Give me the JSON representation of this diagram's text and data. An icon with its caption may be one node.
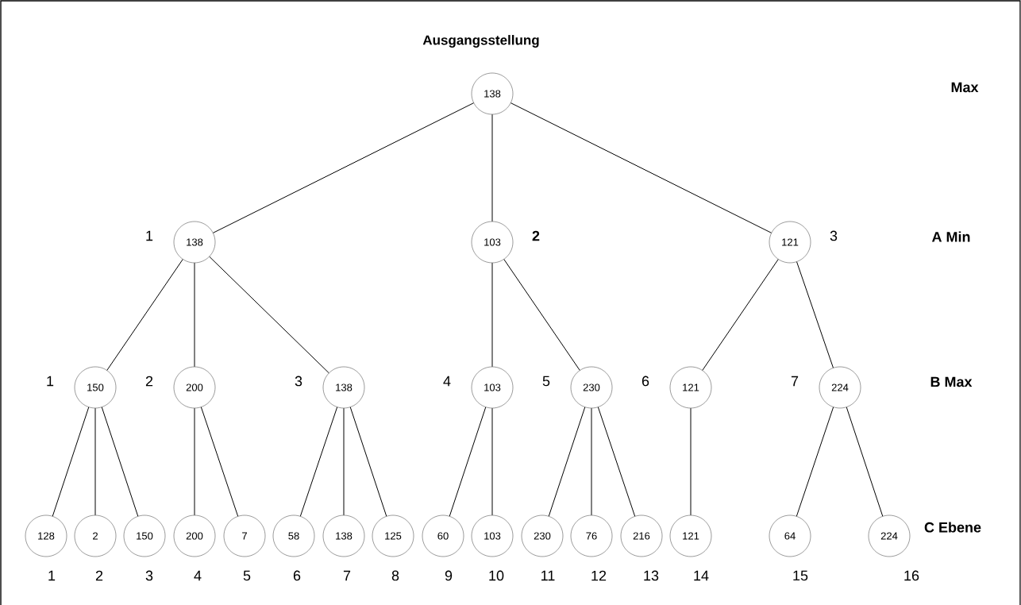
{
  "diagram": {
    "title": "Ausgangsstellung",
    "nodes": [
      {
        "text": [
          "138"
        ]
      },
      {
        "text": [
          "138"
        ],
        "beside": [
          "1"
        ]
      },
      {
        "text": [
          "103"
        ],
        "beside": [
          "2"
        ]
      },
      {
        "text": [
          "121"
        ],
        "beside": [
          "3"
        ]
      },
      {
        "text": [
          "150"
        ],
        "beside": [
          "1"
        ]
      },
      {
        "text": [
          "200"
        ],
        "beside": [
          "2"
        ]
      },
      {
        "text": [
          "138"
        ],
        "beside": [
          "3"
        ]
      },
      {
        "text": [
          "103"
        ],
        "beside": [
          "4"
        ]
      },
      {
        "text": [
          "230"
        ],
        "beside": [
          "5"
        ]
      },
      {
        "text": [
          "121"
        ],
        "beside": [
          "6"
        ]
      },
      {
        "text": [
          "224"
        ],
        "beside": [
          "7"
        ]
      },
      {
        "text": [
          "128"
        ],
        "beside": [
          "1"
        ]
      },
      {
        "text": [
          "2"
        ],
        "beside": [
          "2"
        ]
      },
      {
        "text": [
          "150"
        ],
        "beside": [
          "3"
        ]
      },
      {
        "text": [
          "200"
        ],
        "beside": [
          "4"
        ]
      },
      {
        "text": [
          "7"
        ],
        "beside": [
          "5"
        ]
      },
      {
        "text": [
          "58"
        ],
        "beside": [
          "6"
        ]
      },
      {
        "text": [
          "138"
        ],
        "beside": [
          "7"
        ]
      },
      {
        "text": [
          "125"
        ],
        "beside": [
          "8"
        ]
      },
      {
        "text": [
          "60"
        ],
        "beside": [
          "9"
        ]
      },
      {
        "text": [
          "103"
        ],
        "beside": [
          "10"
        ]
      },
      {
        "text": [
          "230"
        ],
        "beside": [
          "11"
        ]
      },
      {
        "text": [
          "76"
        ],
        "beside": [
          "12"
        ]
      },
      {
        "text": [
          "216"
        ],
        "beside": [
          "13"
        ]
      },
      {
        "text": [
          "121"
        ],
        "beside": [
          "14"
        ]
      },
      {
        "text": [
          "64"
        ],
        "beside": [
          "15"
        ]
      },
      {
        "text": [
          "224"
        ],
        "beside": [
          "16"
        ]
      }
    ],
    "edges": [
      {
        "from": 0,
        "to": 1,
        "arrow": "none"
      },
      {
        "from": 0,
        "to": 2,
        "arrow": "none"
      },
      {
        "from": 0,
        "to": 3,
        "arrow": "none"
      },
      {
        "from": 1,
        "to": 4,
        "arrow": "none"
      },
      {
        "from": 1,
        "to": 5,
        "arrow": "none"
      },
      {
        "from": 1,
        "to": 6,
        "arrow": "none"
      },
      {
        "from": 2,
        "to": 7,
        "arrow": "none"
      },
      {
        "from": 2,
        "to": 8,
        "arrow": "none"
      },
      {
        "from": 3,
        "to": 9,
        "arrow": "none"
      },
      {
        "from": 3,
        "to": 10,
        "arrow": "none"
      },
      {
        "from": 4,
        "to": 11,
        "arrow": "none"
      },
      {
        "from": 4,
        "to": 12,
        "arrow": "none"
      },
      {
        "from": 4,
        "to": 13,
        "arrow": "none"
      },
      {
        "from": 5,
        "to": 14,
        "arrow": "none"
      },
      {
        "from": 5,
        "to": 15,
        "arrow": "none"
      },
      {
        "from": 6,
        "to": 16,
        "arrow": "none"
      },
      {
        "from": 6,
        "to": 17,
        "arrow": "none"
      },
      {
        "from": 6,
        "to": 18,
        "arrow": "none"
      },
      {
        "from": 7,
        "to": 19,
        "arrow": "none"
      },
      {
        "from": 7,
        "to": 20,
        "arrow": "none"
      },
      {
        "from": 8,
        "to": 21,
        "arrow": "none"
      },
      {
        "from": 8,
        "to": 22,
        "arrow": "none"
      },
      {
        "from": 8,
        "to": 23,
        "arrow": "none"
      },
      {
        "from": 9,
        "to": 24,
        "arrow": "none"
      },
      {
        "from": 10,
        "to": 25,
        "arrow": "none"
      },
      {
        "from": 10,
        "to": 26,
        "arrow": "none"
      }
    ],
    "labels": [
      "Max",
      "A  Min",
      "B  Max",
      "C Ebene"
    ]
  }
}
